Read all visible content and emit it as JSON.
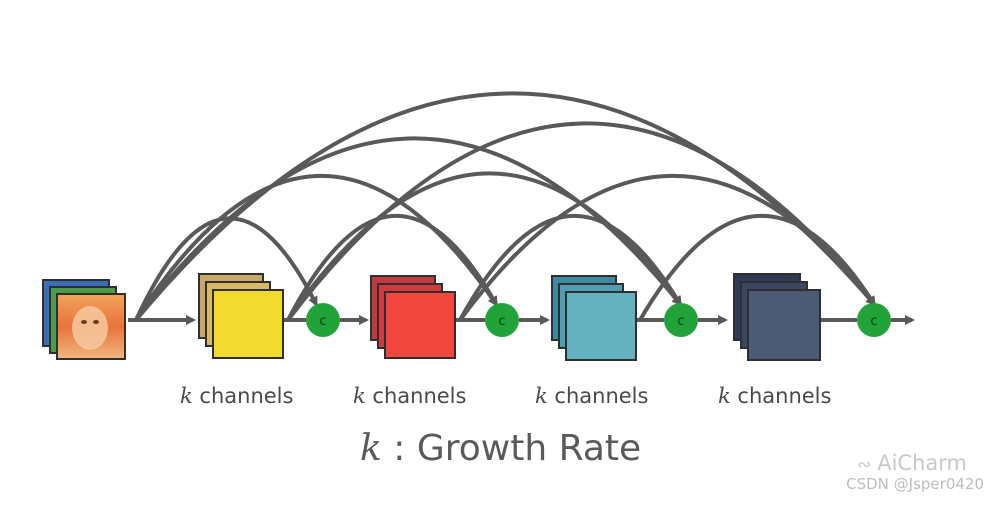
{
  "blocks": [
    {
      "label_k": "k",
      "label_text": " channels",
      "colors": [
        "#c9a96a",
        "#d9b866",
        "#f3da2f"
      ]
    },
    {
      "label_k": "k",
      "label_text": " channels",
      "colors": [
        "#c23a3d",
        "#d33a3d",
        "#f1473e"
      ]
    },
    {
      "label_k": "k",
      "label_text": " channels",
      "colors": [
        "#3d8aa2",
        "#4f9fb3",
        "#64b2bf"
      ]
    },
    {
      "label_k": "k",
      "label_text": " channels",
      "colors": [
        "#303a55",
        "#3a4762",
        "#4d5a75"
      ]
    }
  ],
  "concat_symbol": "c",
  "footer": {
    "k": "k",
    "text": " : Growth Rate"
  },
  "watermark": {
    "brand": "AiCharm",
    "credit": "CSDN @Jsper0420"
  },
  "colors": {
    "arrow": "#595959",
    "concat": "#22a33a",
    "input_frame": "#2f2f2f"
  }
}
